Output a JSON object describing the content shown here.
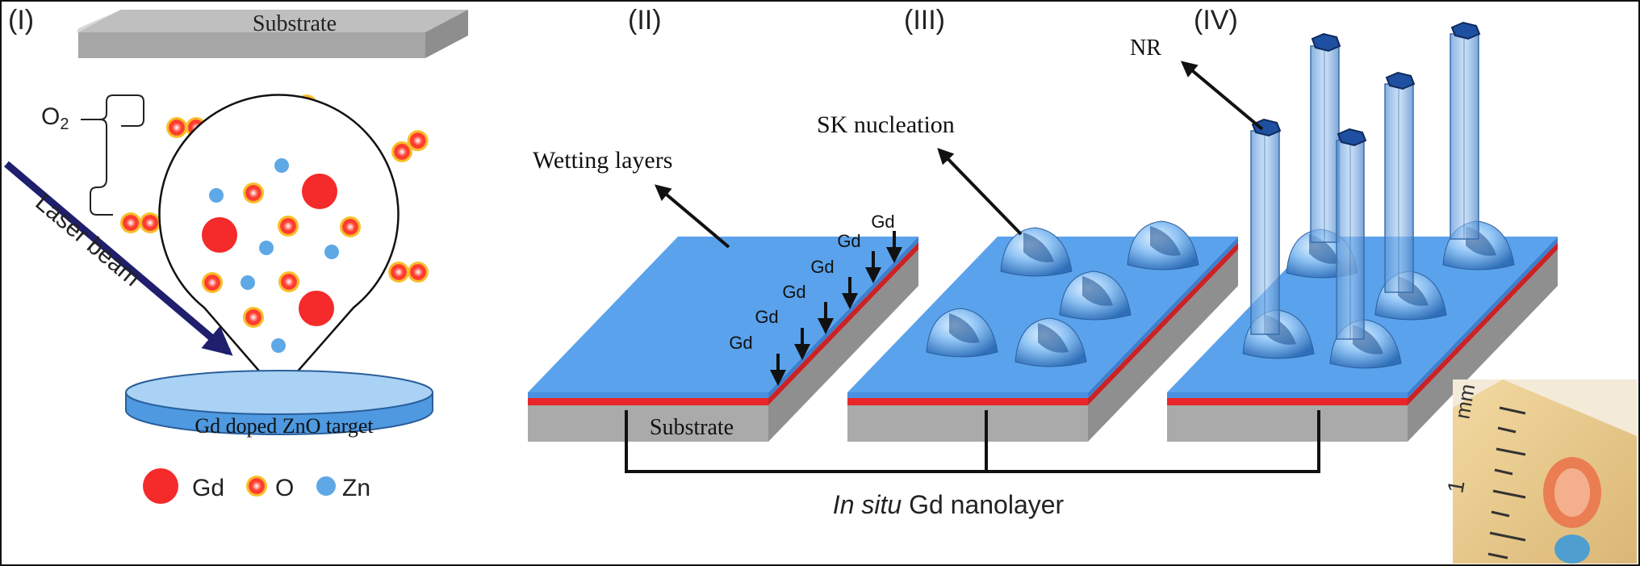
{
  "panels": {
    "i": "(I)",
    "ii": "(II)",
    "iii": "(III)",
    "iv": "(IV)"
  },
  "labels": {
    "substrate_top": "Substrate",
    "o2_main": "O",
    "o2_sub": "2",
    "laser_beam": "Laser beam",
    "target": "Gd doped ZnO target",
    "wetting_layers": "Wetting layers",
    "sk_nucleation": "SK nucleation",
    "nr": "NR",
    "substrate_bottom": "Substrate",
    "gd": "Gd",
    "nanolayer_italic": "In situ",
    "nanolayer_rest": " Gd nanolayer"
  },
  "legend": {
    "gd": "Gd",
    "o": "O",
    "zn": "Zn"
  },
  "colors": {
    "gd_red": "#f52a2a",
    "o_yellow": "#f4c430",
    "zn_blue": "#5ea8e6",
    "film_blue": "#5aa2ec",
    "film_side": "#3d7fcf",
    "red_layer": "#e8262a",
    "substrate_grey": "#a9aaa9",
    "laser_navy": "#1f1f6e",
    "ruler_wood": "#e9cc8c"
  }
}
